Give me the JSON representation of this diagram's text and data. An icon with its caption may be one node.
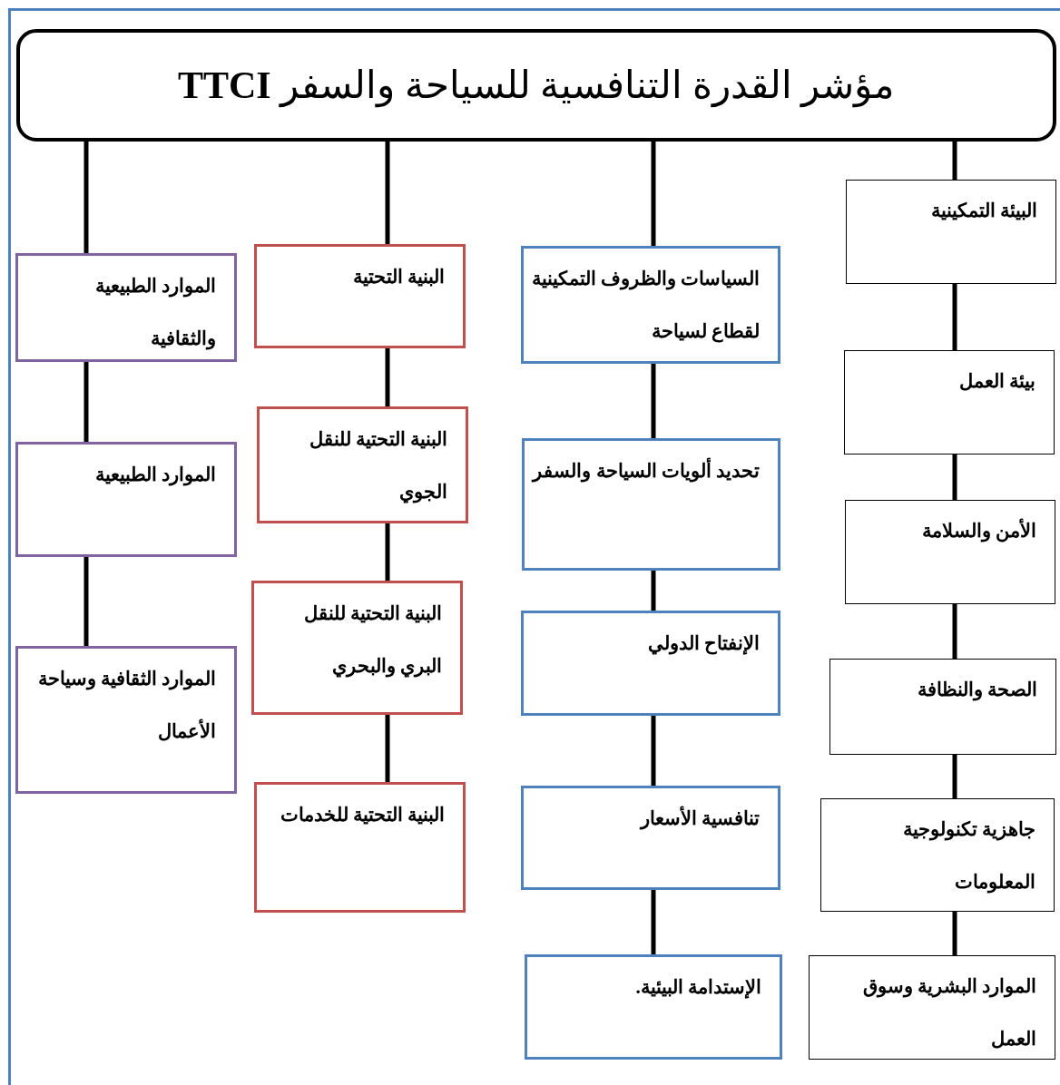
{
  "diagram": {
    "nodes": [
      {
        "text": [
          "مؤشر القدرة التنافسية للسياحة والسفر **TTCI**"
        ]
      },
      {
        "text": [
          "البيئة التمكينية"
        ]
      },
      {
        "text": [
          "بيئة العمل"
        ]
      },
      {
        "text": [
          "الأمن والسلامة"
        ]
      },
      {
        "text": [
          "الصحة والنظافة"
        ]
      },
      {
        "text": [
          "جاهزية تكنولوجية المعلومات"
        ]
      },
      {
        "text": [
          "الموارد البشرية وسوق العمل"
        ]
      },
      {
        "text": [
          "السياسات والظروف التمكينية لقطاع لسياحة"
        ]
      },
      {
        "text": [
          "تحديد ألويات السياحة والسفر"
        ]
      },
      {
        "text": [
          "الإنفتاح الدولي"
        ]
      },
      {
        "text": [
          "تنافسية الأسعار"
        ]
      },
      {
        "text": [
          "الإستدامة البيئية."
        ]
      },
      {
        "text": [
          "البنية التحتية"
        ]
      },
      {
        "text": [
          "البنية التحتية للنقل الجوي"
        ]
      },
      {
        "text": [
          "البنية التحتية للنقل البري والبحري"
        ]
      },
      {
        "text": [
          "البنية التحتية للخدمات"
        ]
      },
      {
        "text": [
          "الموارد الطبيعية والثقافية"
        ]
      },
      {
        "text": [
          "الموارد الطبيعية"
        ]
      },
      {
        "text": [
          "الموارد الثقافية وسياحة الأعمال"
        ]
      }
    ],
    "edges": [
      {
        "from": 0,
        "to": 1,
        "arrow": "none"
      },
      {
        "from": 1,
        "to": 2,
        "arrow": "none"
      },
      {
        "from": 2,
        "to": 3,
        "arrow": "none"
      },
      {
        "from": 3,
        "to": 4,
        "arrow": "none"
      },
      {
        "from": 4,
        "to": 5,
        "arrow": "none"
      },
      {
        "from": 5,
        "to": 6,
        "arrow": "none"
      },
      {
        "from": 0,
        "to": 7,
        "arrow": "none"
      },
      {
        "from": 7,
        "to": 8,
        "arrow": "none"
      },
      {
        "from": 8,
        "to": 9,
        "arrow": "none"
      },
      {
        "from": 9,
        "to": 10,
        "arrow": "none"
      },
      {
        "from": 10,
        "to": 11,
        "arrow": "none"
      },
      {
        "from": 0,
        "to": 12,
        "arrow": "none"
      },
      {
        "from": 12,
        "to": 13,
        "arrow": "none"
      },
      {
        "from": 13,
        "to": 14,
        "arrow": "none"
      },
      {
        "from": 14,
        "to": 15,
        "arrow": "none"
      },
      {
        "from": 0,
        "to": 16,
        "arrow": "none"
      },
      {
        "from": 16,
        "to": 17,
        "arrow": "none"
      },
      {
        "from": 17,
        "to": 18,
        "arrow": "none"
      }
    ]
  }
}
